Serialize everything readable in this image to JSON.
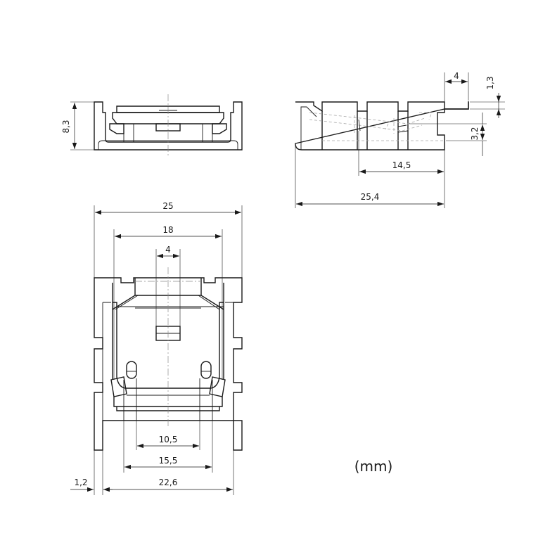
{
  "units": "(mm)",
  "front_view": {
    "height": "8,3"
  },
  "side_view": {
    "tab_width": "4",
    "tab_height": "1,3",
    "slot_height": "3,2",
    "inner_length": "14,5",
    "total_length": "25,4"
  },
  "top_view": {
    "overall_width": "25",
    "inner_width": "18",
    "center_width": "4",
    "contact_spacing": "10,5",
    "outer_contact_spacing": "15,5",
    "wall_thickness": "1,2",
    "body_width": "22,6"
  }
}
